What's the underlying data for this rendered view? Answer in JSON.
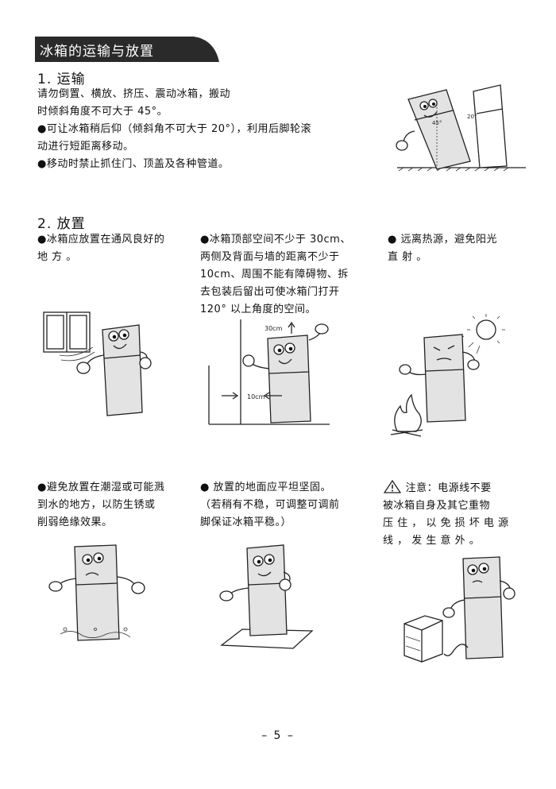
{
  "banner_title": "冰箱的运输与放置",
  "section1": {
    "heading": "1. 运输",
    "lines": [
      "请勿倒置、横放、挤压、震动冰箱，搬动",
      "时倾斜角度不可大于 45°。",
      "●可让冰箱稍后仰（倾斜角不可大于 20°），利用后脚轮滚",
      "动进行短距离移动。",
      "●移动时禁止抓住门、顶盖及各种管道。"
    ],
    "angle_45": "45°",
    "angle_20": "20°"
  },
  "section2": {
    "heading": "2. 放置",
    "col1": [
      "●冰箱应放置在通风良好的",
      "地 方 。"
    ],
    "col2": [
      "●冰箱顶部空间不少于 30cm、",
      "两侧及背面与墙的距离不少于",
      "10cm、周围不能有障碍物、拆",
      "去包装后留出可使冰箱门打开",
      "120° 以上角度的空间。"
    ],
    "col3": [
      "● 远离热源，避免阳光",
      "直 射 。"
    ],
    "label_30cm": "30cm",
    "label_10cm": "10cm",
    "col4": [
      "●避免放置在潮湿或可能溅",
      "到水的地方，以防生锈或",
      "削弱绝缘效果。"
    ],
    "col5": [
      "● 放置的地面应平坦坚固。",
      "（若稍有不稳，可调整可调前",
      "脚保证冰箱平稳。）"
    ],
    "col6_first": "注意：电源线不要",
    "col6": [
      "被冰箱自身及其它重物",
      "压 住 ， 以 免 损 坏 电 源",
      "线 ， 发 生 意 外 。"
    ]
  },
  "page_number": "– 5 –"
}
